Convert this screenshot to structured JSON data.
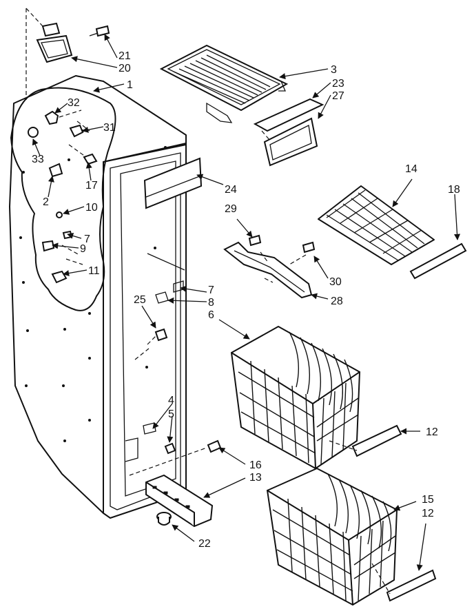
{
  "callouts": {
    "c1": "1",
    "c2": "2",
    "c3": "3",
    "c4": "4",
    "c5": "5",
    "c6": "6",
    "c7a": "7",
    "c7b": "7",
    "c8": "8",
    "c9": "9",
    "c10": "10",
    "c11": "11",
    "c12a": "12",
    "c12b": "12",
    "c13": "13",
    "c14": "14",
    "c15": "15",
    "c16": "16",
    "c17": "17",
    "c18": "18",
    "c20": "20",
    "c21": "21",
    "c22": "22",
    "c23": "23",
    "c24": "24",
    "c25": "25",
    "c27": "27",
    "c28": "28",
    "c29": "29",
    "c30": "30",
    "c31": "31",
    "c32": "32",
    "c33": "33"
  }
}
